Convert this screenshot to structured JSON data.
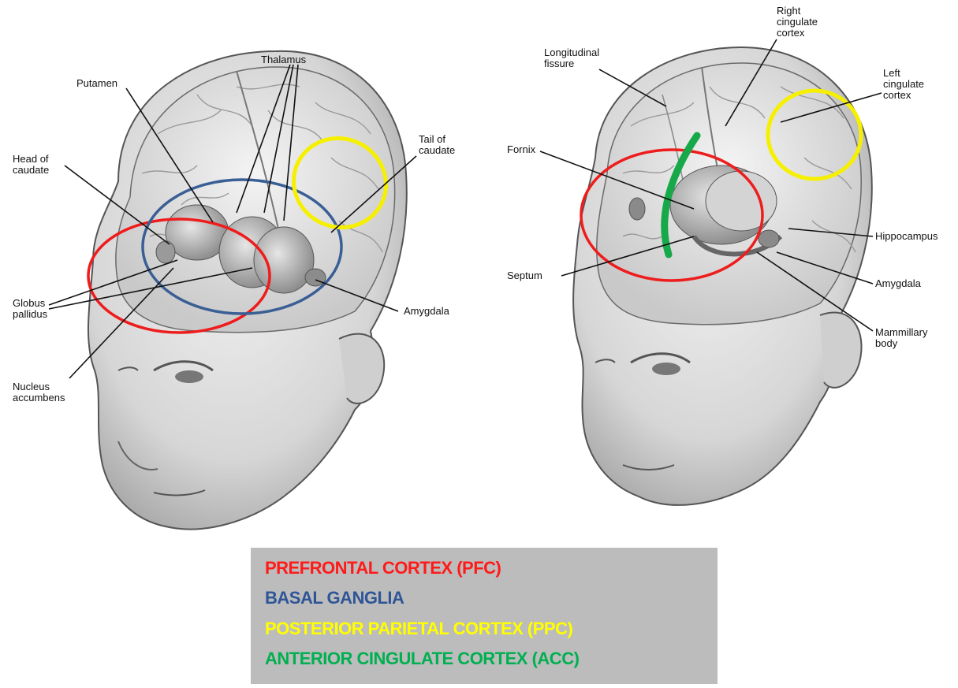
{
  "left_figure": {
    "labels": {
      "thalamus": "Thalamus",
      "putamen": "Putamen",
      "head_of_caudate": "Head of\ncaudate",
      "tail_of_caudate": "Tail of\ncaudate",
      "globus_pallidus": "Globus\npallidus",
      "amygdala": "Amygdala",
      "nucleus_accumbens": "Nucleus\naccumbens"
    }
  },
  "right_figure": {
    "labels": {
      "longitudinal_fissure": "Longitudinal\nfissure",
      "right_cingulate_cortex": "Right\ncingulate\ncortex",
      "left_cingulate_cortex": "Left\ncingulate\ncortex",
      "fornix": "Fornix",
      "hippocampus": "Hippocampus",
      "septum": "Septum",
      "amygdala": "Amygdala",
      "mammillary_body": "Mammillary\nbody"
    }
  },
  "legend": {
    "items": [
      {
        "text": "PREFRONTAL CORTEX (PFC)",
        "color": "#ff1a1a"
      },
      {
        "text": "BASAL GANGLIA",
        "color": "#2f5597"
      },
      {
        "text": "POSTERIOR PARIETAL CORTEX (PPC)",
        "color": "#ffff00"
      },
      {
        "text": "ANTERIOR CINGULATE CORTEX (ACC)",
        "color": "#00b050"
      }
    ]
  },
  "colors": {
    "pfc": "#ee1c1c",
    "basal_ganglia": "#3a5f95",
    "ppc": "#f6f000",
    "acc": "#17a84a",
    "legend_bg": "#bcbcbc"
  }
}
